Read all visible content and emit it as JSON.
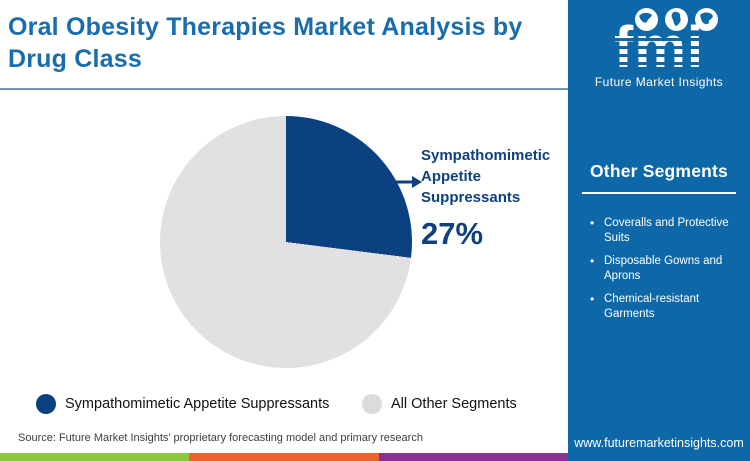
{
  "header": {
    "title": "Oral Obesity Therapies Market Analysis by Drug Class"
  },
  "logo": {
    "brand": "fmi",
    "tagline": "Future Market Insights"
  },
  "sidebar": {
    "heading": "Other Segments",
    "items": [
      "Coveralls and Protective Suits",
      "Disposable Gowns and Aprons",
      "Chemical-resistant Garments"
    ],
    "footer_url": "www.futuremarketinsights.com"
  },
  "chart_data": {
    "type": "pie",
    "title": "Oral Obesity Therapies Market Analysis by Drug Class",
    "unit": "%",
    "start_angle_deg": 0,
    "direction": "clockwise-from-top",
    "slices": [
      {
        "label": "Sympathomimetic Appetite Suppressants",
        "value": 27,
        "color": "#0b4181"
      },
      {
        "label": "All Other Segments",
        "value": 73,
        "color": "#e1e1e1"
      }
    ],
    "annotation": {
      "label": "Sympathomimetic Appetite Suppressants",
      "value_text": "27%"
    },
    "legend_position": "bottom"
  },
  "callout": {
    "label": "Sympathomimetic Appetite Suppressants",
    "value": "27%"
  },
  "legend": [
    {
      "label": "Sympathomimetic Appetite Suppressants",
      "color": "#0b4181"
    },
    {
      "label": "All Other Segments",
      "color": "#dcdcdc"
    }
  ],
  "source": "Source: Future Market Insights’ proprietary forecasting model and primary research",
  "footer_stripe_colors": [
    "#8dc63f",
    "#e8632b",
    "#8b3191"
  ],
  "colors": {
    "title_blue": "#1a6dad",
    "navy": "#11407e",
    "pie_blue": "#0b4181",
    "pie_gray": "#e1e1e1",
    "sidebar_blue": "#0e68a8",
    "divider_gray_blue": "#6f94b6"
  }
}
